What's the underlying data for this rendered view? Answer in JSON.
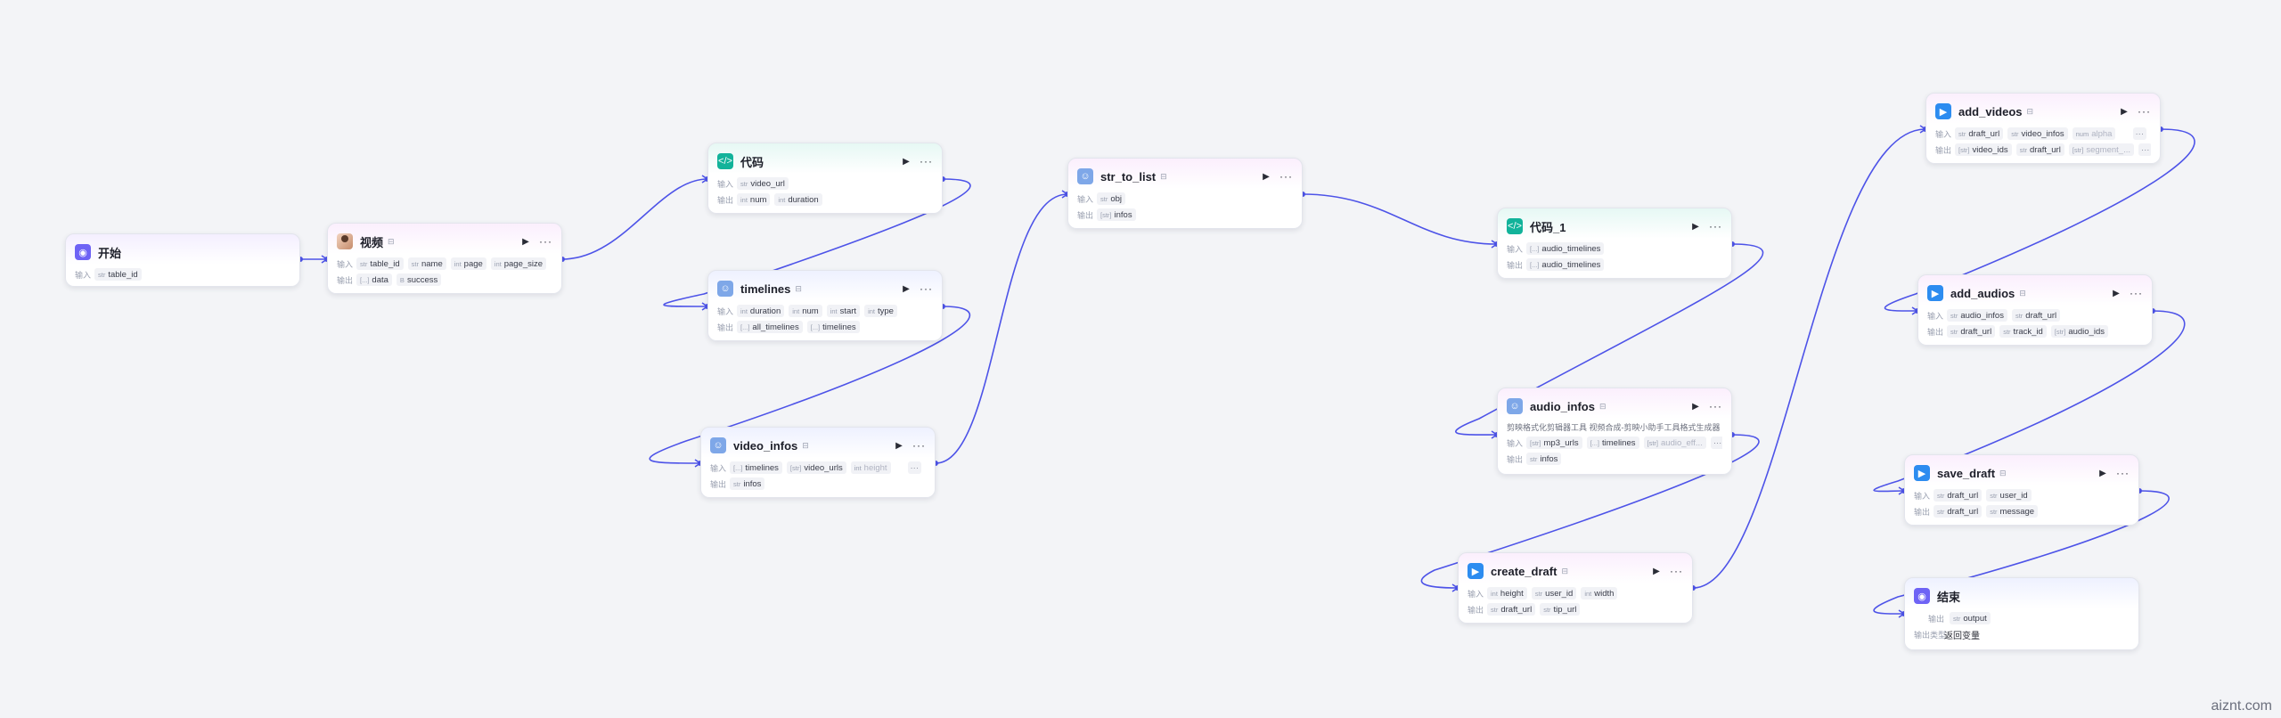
{
  "colors": {
    "edge": "#4d53e8",
    "port": "#4d53e8"
  },
  "labels": {
    "input": "输入",
    "output": "输出",
    "output_type": "输出类型"
  },
  "nodes": {
    "start": {
      "title": "开始",
      "icon": "start-icon",
      "inputs": [
        {
          "type": "str",
          "name": "table_id"
        }
      ]
    },
    "video": {
      "title": "视频",
      "icon": "avatar-icon",
      "inputs": [
        {
          "type": "str",
          "name": "table_id"
        },
        {
          "type": "str",
          "name": "name"
        },
        {
          "type": "int",
          "name": "page"
        },
        {
          "type": "int",
          "name": "page_size"
        }
      ],
      "outputs": [
        {
          "type": "[...]",
          "name": "data"
        },
        {
          "type": "B",
          "name": "success"
        }
      ]
    },
    "code": {
      "title": "代码",
      "icon": "code-icon",
      "inputs": [
        {
          "type": "str",
          "name": "video_url"
        }
      ],
      "outputs": [
        {
          "type": "int",
          "name": "num"
        },
        {
          "type": "int",
          "name": "duration"
        }
      ]
    },
    "timelines": {
      "title": "timelines",
      "icon": "plugin-icon",
      "inputs": [
        {
          "type": "int",
          "name": "duration"
        },
        {
          "type": "int",
          "name": "num"
        },
        {
          "type": "int",
          "name": "start"
        },
        {
          "type": "int",
          "name": "type"
        }
      ],
      "outputs": [
        {
          "type": "[...]",
          "name": "all_timelines"
        },
        {
          "type": "[...]",
          "name": "timelines"
        }
      ]
    },
    "video_infos": {
      "title": "video_infos",
      "icon": "plugin-icon",
      "inputs": [
        {
          "type": "[...]",
          "name": "timelines"
        },
        {
          "type": "[str]",
          "name": "video_urls"
        },
        {
          "type": "int",
          "name": "height"
        }
      ],
      "outputs": [
        {
          "type": "str",
          "name": "infos"
        }
      ]
    },
    "str_to_list": {
      "title": "str_to_list",
      "icon": "plugin-icon",
      "inputs": [
        {
          "type": "str",
          "name": "obj"
        }
      ],
      "outputs": [
        {
          "type": "[str]",
          "name": "infos"
        }
      ]
    },
    "code_1": {
      "title": "代码_1",
      "icon": "code-icon",
      "inputs": [
        {
          "type": "[...]",
          "name": "audio_timelines"
        }
      ],
      "outputs": [
        {
          "type": "[...]",
          "name": "audio_timelines"
        }
      ]
    },
    "audio_infos": {
      "title": "audio_infos",
      "icon": "plugin-icon",
      "desc": "剪映格式化剪辑器工具 视频合成-剪映小助手工具格式生成器",
      "inputs": [
        {
          "type": "[str]",
          "name": "mp3_urls"
        },
        {
          "type": "[...]",
          "name": "timelines"
        },
        {
          "type": "[str]",
          "name": "audio_eff..."
        }
      ],
      "outputs": [
        {
          "type": "str",
          "name": "infos"
        }
      ]
    },
    "create_draft": {
      "title": "create_draft",
      "icon": "capcut-icon",
      "inputs": [
        {
          "type": "int",
          "name": "height"
        },
        {
          "type": "str",
          "name": "user_id"
        },
        {
          "type": "int",
          "name": "width"
        }
      ],
      "outputs": [
        {
          "type": "str",
          "name": "draft_url"
        },
        {
          "type": "str",
          "name": "tip_url"
        }
      ]
    },
    "add_videos": {
      "title": "add_videos",
      "icon": "capcut-icon",
      "inputs": [
        {
          "type": "str",
          "name": "draft_url"
        },
        {
          "type": "str",
          "name": "video_infos"
        },
        {
          "type": "num",
          "name": "alpha"
        }
      ],
      "outputs": [
        {
          "type": "[str]",
          "name": "video_ids"
        },
        {
          "type": "str",
          "name": "draft_url"
        },
        {
          "type": "[str]",
          "name": "segment_..."
        }
      ]
    },
    "add_audios": {
      "title": "add_audios",
      "icon": "capcut-icon",
      "inputs": [
        {
          "type": "str",
          "name": "audio_infos"
        },
        {
          "type": "str",
          "name": "draft_url"
        }
      ],
      "outputs": [
        {
          "type": "str",
          "name": "draft_url"
        },
        {
          "type": "str",
          "name": "track_id"
        },
        {
          "type": "[str]",
          "name": "audio_ids"
        }
      ]
    },
    "save_draft": {
      "title": "save_draft",
      "icon": "capcut-icon",
      "inputs": [
        {
          "type": "str",
          "name": "draft_url"
        },
        {
          "type": "str",
          "name": "user_id"
        }
      ],
      "outputs": [
        {
          "type": "str",
          "name": "draft_url"
        },
        {
          "type": "str",
          "name": "message"
        }
      ]
    },
    "end": {
      "title": "结束",
      "icon": "end-icon",
      "outputs": [
        {
          "type": "str",
          "name": "output"
        }
      ],
      "output_type_value": "返回变量"
    }
  },
  "watermark": "aiznt.com"
}
